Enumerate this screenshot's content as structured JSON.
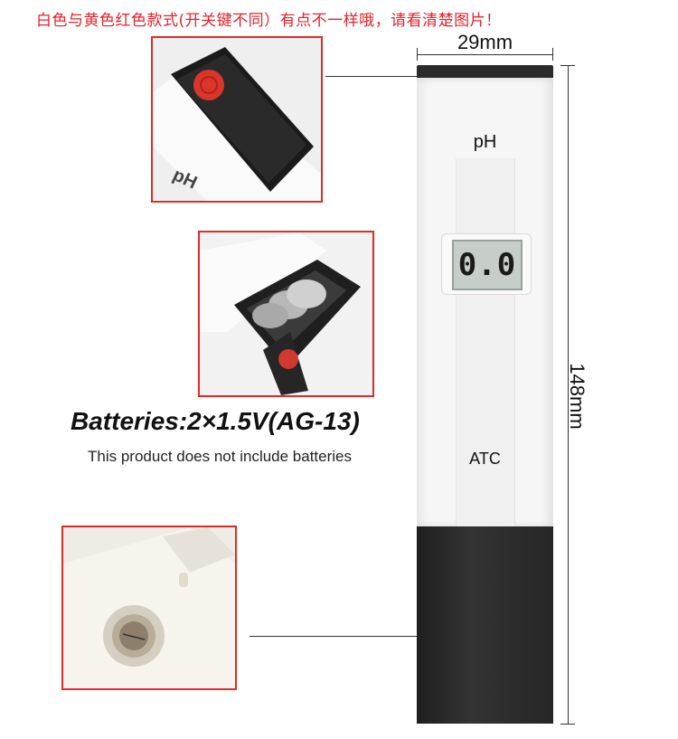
{
  "notice": "白色与黄色红色款式(开关键不同）有点不一样哦，请看清楚图片！",
  "dimensions": {
    "width": "29mm",
    "height": "148mm"
  },
  "meter": {
    "label_top": "pH",
    "display_value": "0.0",
    "label_bottom": "ATC"
  },
  "batteries": {
    "title": "Batteries:2×1.5V(AG-13)",
    "note": "This product does not include batteries"
  },
  "detail_photos": [
    "power-button-closeup",
    "battery-compartment-closeup",
    "electrode-closeup"
  ],
  "colors": {
    "frame": "#e02b2b",
    "notice": "#e8202a",
    "cap": "#2b2b2b",
    "body": "#f6f6f6"
  }
}
